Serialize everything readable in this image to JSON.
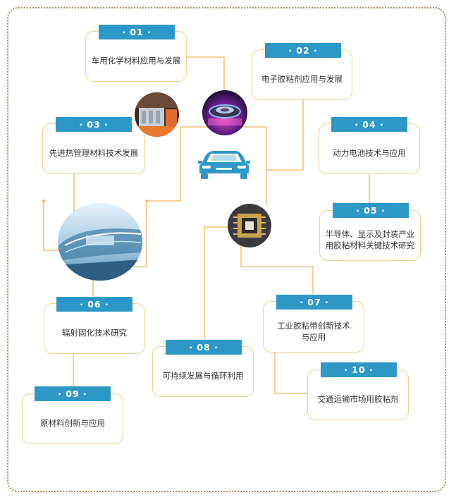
{
  "nodes": [
    {
      "num": "· 01 ·",
      "label": "车用化学材料应用与发展"
    },
    {
      "num": "· 02 ·",
      "label": "电子胶粘剂应用与发展"
    },
    {
      "num": "· 03 ·",
      "label": "先进热管理材料技术发展"
    },
    {
      "num": "· 04 ·",
      "label": "动力电池技术与应用"
    },
    {
      "num": "· 05 ·",
      "label": "半导体、显示及封装产业\n用胶粘材料关键技术研究"
    },
    {
      "num": "· 06 ·",
      "label": "辐射固化技术研究"
    },
    {
      "num": "· 07 ·",
      "label": "工业胶粘带创新技术\n与应用"
    },
    {
      "num": "· 08 ·",
      "label": "可持续发展与循环利用"
    },
    {
      "num": "· 09 ·",
      "label": "原材料创新与应用"
    },
    {
      "num": "· 10 ·",
      "label": "交通运输市场用胶粘剂"
    }
  ],
  "colors": {
    "tab": "#2d98c6",
    "card_border": "#f2cf8e",
    "line": "#f0b45c",
    "frame": "#a58f5a"
  },
  "icons": [
    "car-icon",
    "lens-photo",
    "battery-module-photo",
    "vehicle-photo",
    "chip-photo"
  ]
}
